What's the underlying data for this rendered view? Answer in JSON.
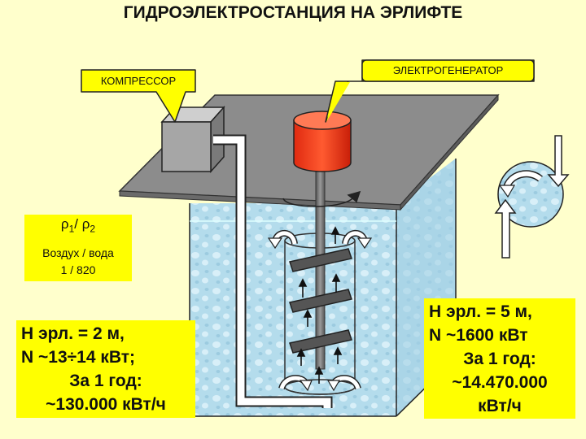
{
  "title": "ГИДРОЭЛЕКТРОСТАНЦИЯ НА ЭРЛИФТЕ",
  "callouts": {
    "compressor": "КОМПРЕССОР",
    "generator": "ЭЛЕКТРОГЕНЕРАТОР"
  },
  "ratio_box": {
    "rho1": "ρ",
    "rho1_sub": "1",
    "slash": "/ ",
    "rho2": "ρ",
    "rho2_sub": "2",
    "label": "Воздух / вода",
    "value": "1 / 820"
  },
  "left_box": {
    "line1": "Н эрл. = 2 м,",
    "line2": "N ~13÷14 кВт;",
    "line3": "За 1 год:",
    "line4": "~130.000 кВт/ч"
  },
  "right_box": {
    "line1": "Н эрл. = 5 м,",
    "line2": "N ~1600 кВт",
    "line3": "За 1 год:",
    "line4": "~14.470.000",
    "line5": "кВт/ч"
  },
  "colors": {
    "background": "#ffffcc",
    "box": "#ffff00",
    "water": "#b4dcec",
    "generator": "#ff3b1f",
    "platform": "#8c8c8c"
  }
}
